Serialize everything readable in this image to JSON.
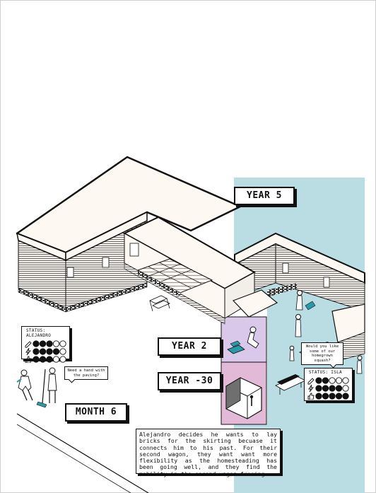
{
  "labels": {
    "year_5": "YEAR 5",
    "year_2": "YEAR 2",
    "year_minus_30": "YEAR -30",
    "month_6": "MONTH 6"
  },
  "status_alejandro": {
    "title": "STATUS: ALEJANDRO",
    "rows": [
      {
        "icon": "pencil-icon",
        "filled": 3,
        "total": 5
      },
      {
        "icon": "lightning-icon",
        "filled": 4,
        "total": 5
      },
      {
        "icon": "thumbs-up-icon",
        "filled": 3,
        "total": 5
      }
    ]
  },
  "status_isla": {
    "title": "STATUS: ISLA",
    "rows": [
      {
        "icon": "pencil-icon",
        "filled": 2,
        "total": 5
      },
      {
        "icon": "lightning-icon",
        "filled": 4,
        "total": 5
      },
      {
        "icon": "thumbs-up-icon",
        "filled": 5,
        "total": 5
      }
    ]
  },
  "speech": {
    "left": "Need a hand with the paving?",
    "right": "Would you like some of our homegrown squash?"
  },
  "narrative": "Alejandro decides he wants to lay bricks for the skirting becuase it connects him to his past. For their second wagon, they want want more flexibility as the homesteading has been going well, and they find the mobility in the second wagon freeing.",
  "colors": {
    "year5_zone": "#b9dde3",
    "year2_zone": "#d9c8ea",
    "year_minus_30_zone": "#e3b9d8",
    "roof": "#fdf8f2",
    "ink": "#111111"
  }
}
